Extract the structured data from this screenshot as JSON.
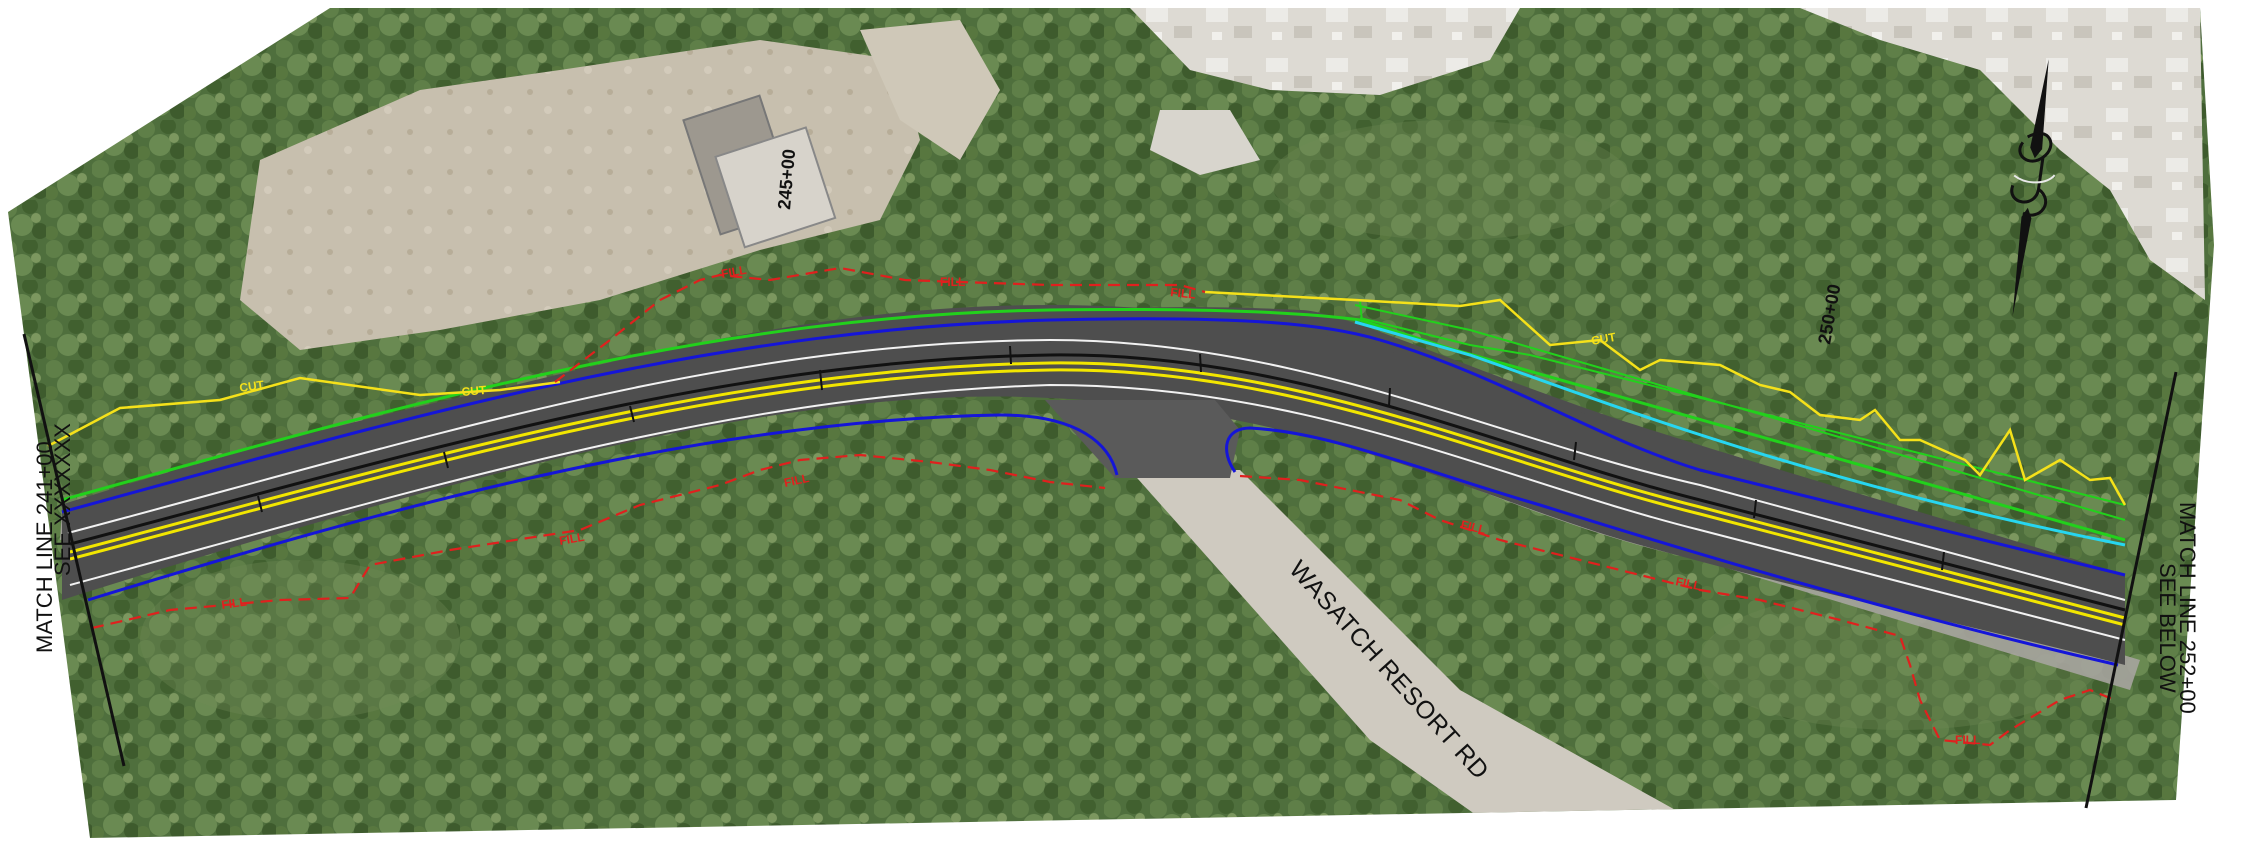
{
  "map": {
    "colors": {
      "canopy": "#4f6f3d",
      "canopy_light": "#6f8a55",
      "bare_ground": "#c9c2b4",
      "rock": "#e3e1dc",
      "pavement": "#4e4e4e",
      "shoulder": "#9a9996",
      "centerline_yellow": "#f2e600",
      "edge_blue": "#1515d8",
      "fill_line_red": "#e0201e",
      "cut_line_yellow": "#f5e11a",
      "limit_green": "#22d11c",
      "wall_cyan": "#27d6f0"
    },
    "labels": {
      "cut": "CUT",
      "fill": "FILL",
      "station_245": "245+00",
      "station_250": "250+00",
      "road_name": "WASATCH RESORT RD"
    },
    "match_left": {
      "line1": "MATCH LINE 241+00",
      "line2": "SEE XXXXXXX"
    },
    "match_right": {
      "line1": "MATCH LINE 252+00",
      "line2": "SEE BELOW"
    },
    "north_arrow": "north-arrow-icon"
  }
}
